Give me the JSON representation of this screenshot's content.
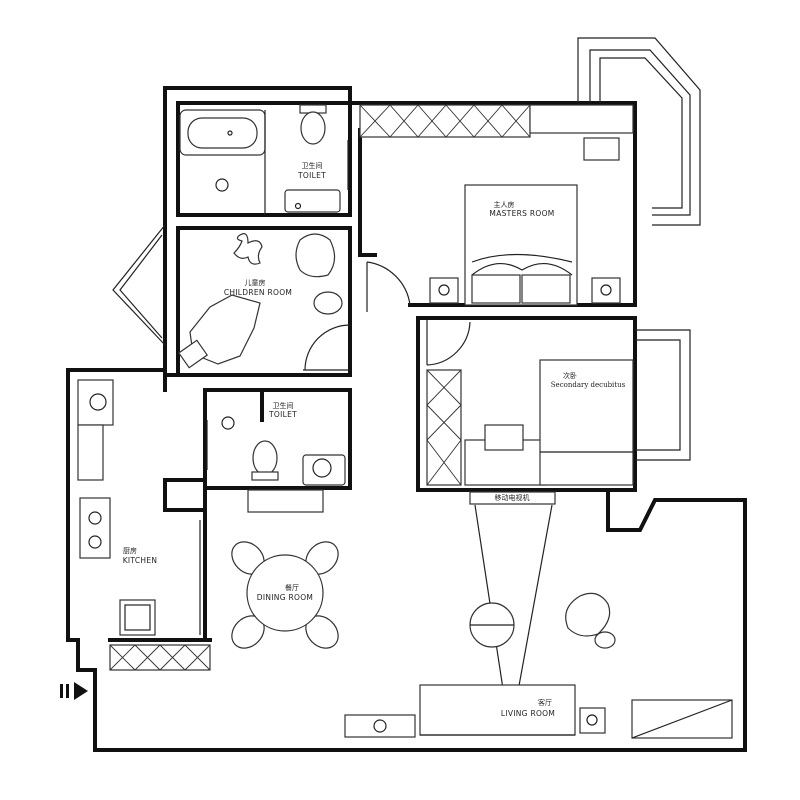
{
  "rooms": {
    "toilet_upper": {
      "cn": "卫生间",
      "en": "TOILET"
    },
    "toilet_lower": {
      "cn": "卫生间",
      "en": "TOILET"
    },
    "children": {
      "cn": "儿童房",
      "en": "CHILDREN ROOM"
    },
    "masters": {
      "cn": "主人房",
      "en": "MASTERS ROOM"
    },
    "secondary": {
      "cn": "次卧",
      "en": "Secondary decubitus"
    },
    "kitchen": {
      "cn": "厨房",
      "en": "KITCHEN"
    },
    "dining": {
      "cn": "餐厅",
      "en": "DINING ROOM"
    },
    "living": {
      "cn": "客厅",
      "en": "LIVING ROOM"
    }
  },
  "tv_label": "移动电视机",
  "entrance_arrow": "entrance-arrow-icon"
}
